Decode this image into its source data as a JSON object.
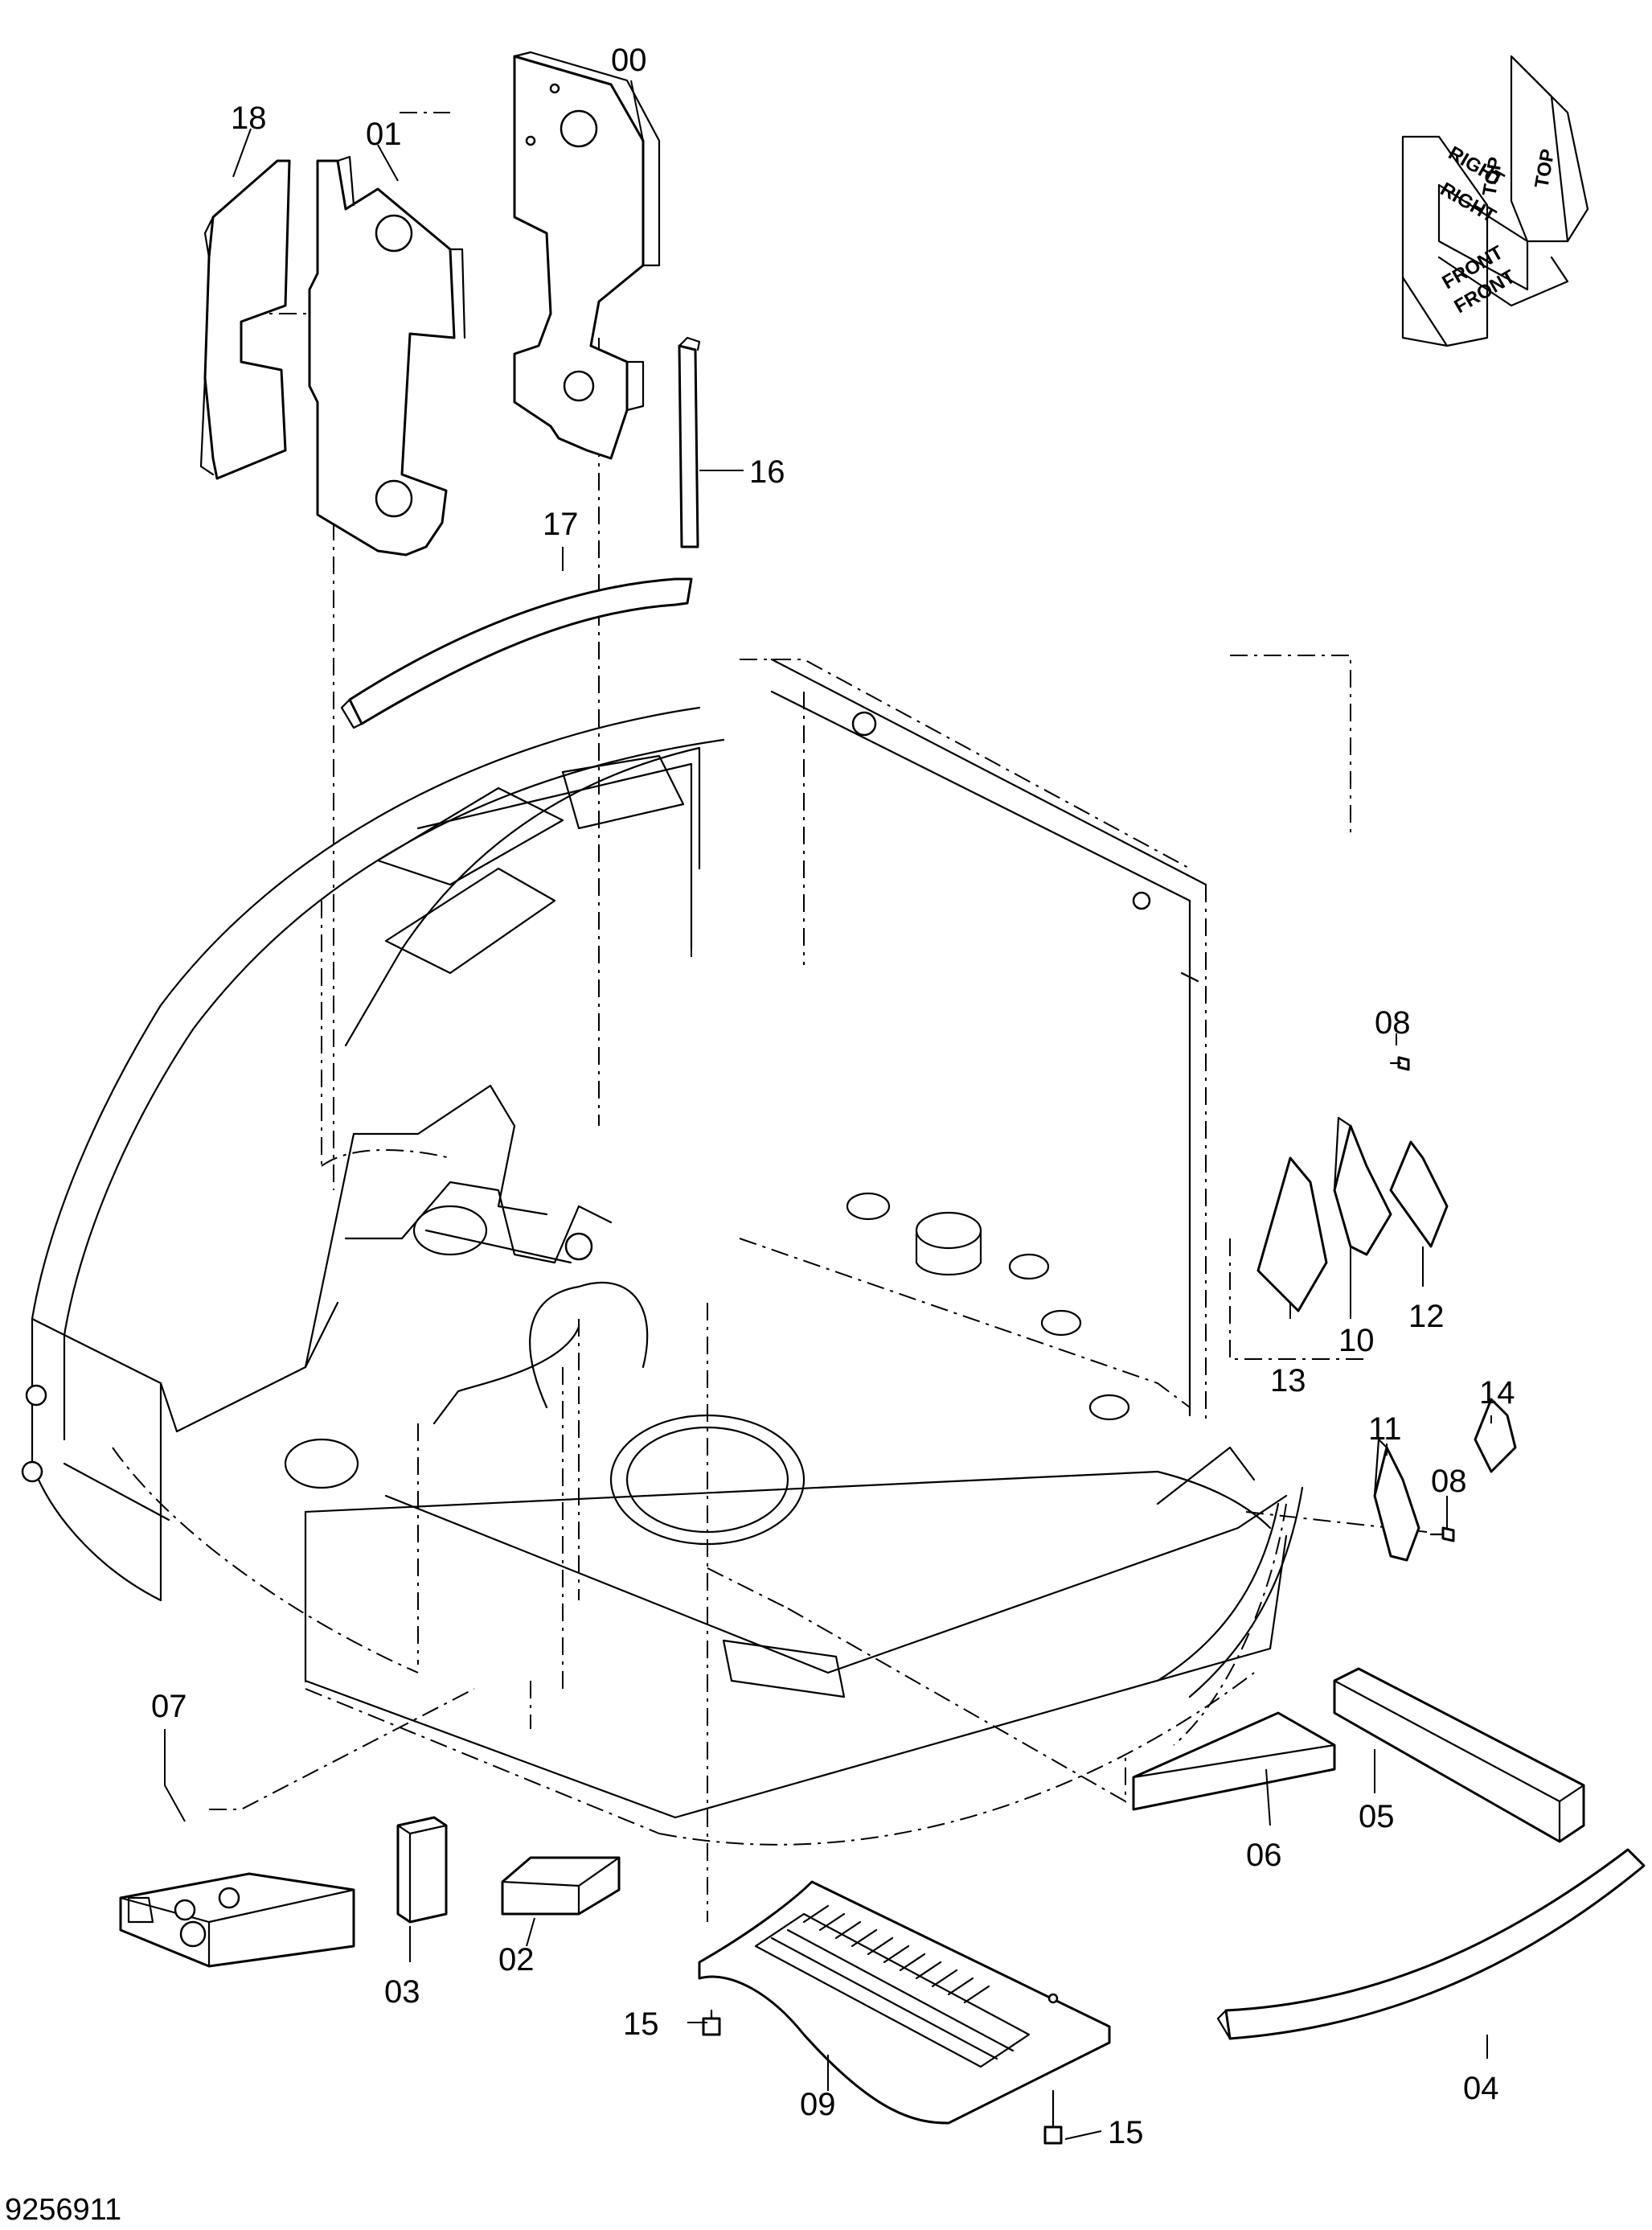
{
  "figure_id": "9256911",
  "orientation_icon": {
    "labels": [
      "TOP",
      "TOP",
      "RIGHT",
      "RIGHT",
      "FRONT",
      "FRONT"
    ]
  },
  "part_labels": [
    "00",
    "01",
    "02",
    "03",
    "04",
    "05",
    "06",
    "07",
    "08",
    "08",
    "09",
    "10",
    "11",
    "12",
    "13",
    "14",
    "15",
    "15",
    "16",
    "17",
    "18"
  ]
}
